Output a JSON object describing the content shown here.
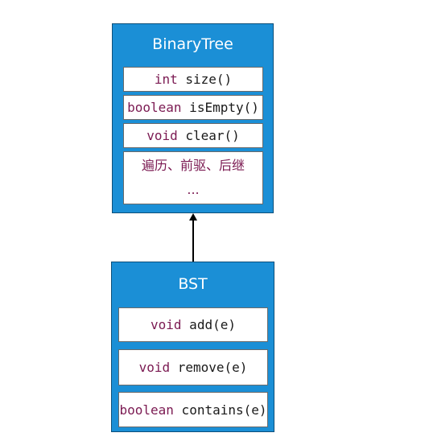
{
  "binary_tree": {
    "title": "BinaryTree",
    "methods": [
      {
        "keyword": "int",
        "rest": " size()"
      },
      {
        "keyword": "boolean",
        "rest": " isEmpty()"
      },
      {
        "keyword": "void",
        "rest": " clear()"
      }
    ],
    "extra_line1": "遍历、前驱、后继",
    "extra_line2": "..."
  },
  "bst": {
    "title": "BST",
    "methods": [
      {
        "keyword": "void",
        "rest": " add(e)"
      },
      {
        "keyword": "void",
        "rest": " remove(e)"
      },
      {
        "keyword": "boolean",
        "rest": " contains(e)"
      }
    ]
  },
  "colors": {
    "box_fill": "#1b8fd6",
    "keyword": "#7b1a52"
  }
}
